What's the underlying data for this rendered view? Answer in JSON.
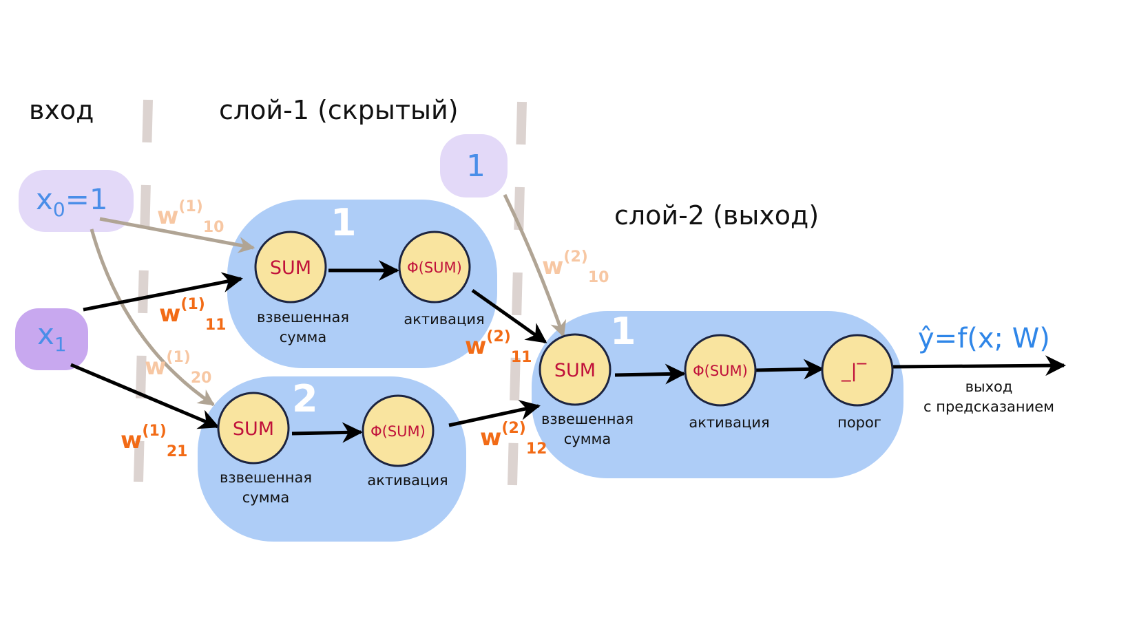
{
  "headers": {
    "input": "вход",
    "layer1": "слой-1 (скрытый)",
    "layer2": "слой-2 (выход)"
  },
  "inputs": {
    "x0": {
      "base": "x",
      "sub": "0",
      "rest": "=1"
    },
    "x1": {
      "base": "x",
      "sub": "1"
    },
    "bias2": "1"
  },
  "neurons": {
    "h1_number": "1",
    "h2_number": "2",
    "out_number": "1",
    "sum_label": "SUM",
    "phi_label": "Φ(SUM)",
    "threshold_symbol": "_|‾"
  },
  "captions": {
    "weighted_line1": "взвешенная",
    "weighted_line2": "сумма",
    "activation": "активация",
    "threshold": "порог",
    "output_line1": "выход",
    "output_line2": "с предсказанием"
  },
  "weights": {
    "w10_1": {
      "base": "w",
      "sup": "(1)",
      "sub": "10"
    },
    "w11_1": {
      "base": "w",
      "sup": "(1)",
      "sub": "11"
    },
    "w20_1": {
      "base": "w",
      "sup": "(1)",
      "sub": "20"
    },
    "w21_1": {
      "base": "w",
      "sup": "(1)",
      "sub": "21"
    },
    "w10_2": {
      "base": "w",
      "sup": "(2)",
      "sub": "10"
    },
    "w11_2": {
      "base": "w",
      "sup": "(2)",
      "sub": "11"
    },
    "w12_2": {
      "base": "w",
      "sup": "(2)",
      "sub": "12"
    }
  },
  "output_formula": "ŷ=f(x; W)",
  "colors": {
    "layer_fill": "#aecdf7",
    "neuron_fill": "#f9e49f",
    "bias_fill": "#e3d9f8",
    "x1_fill": "#c8a8ef",
    "weight_strong": "#f26b16",
    "weight_light": "#f7c7a3",
    "bias_arrow": "#b0a494",
    "separator": "#dcd3d0"
  }
}
